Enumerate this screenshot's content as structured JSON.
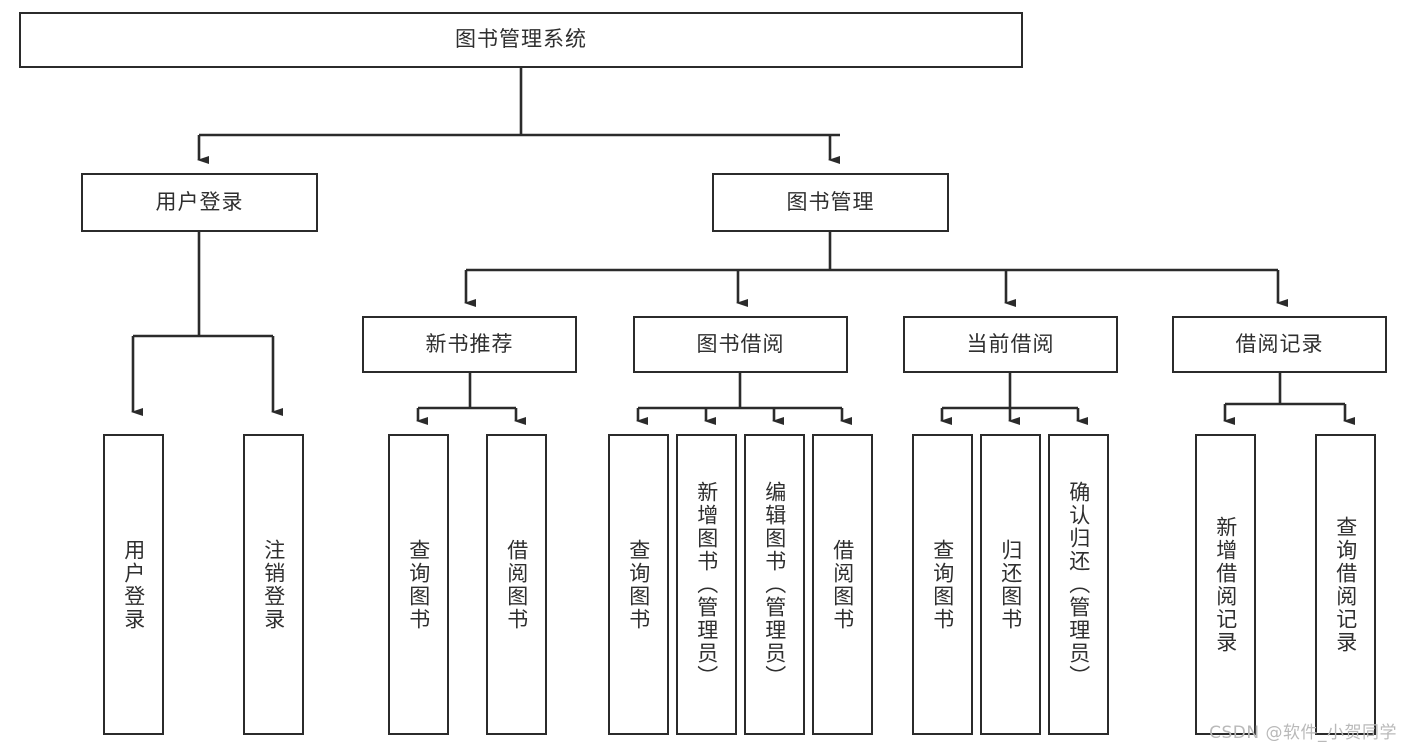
{
  "diagram": {
    "type": "tree",
    "title": "图书管理系统",
    "watermark": "CSDN @软件_小贺同学",
    "colors": {
      "box_border": "#2b2b2b",
      "box_fill": "#ffffff",
      "text": "#2f2f2f",
      "connector": "#2b2b2b",
      "background": "#ffffff",
      "watermark": "#b9b9b9"
    },
    "nodes": {
      "root": {
        "label": "图书管理系统"
      },
      "level2": [
        {
          "label": "用户登录"
        },
        {
          "label": "图书管理"
        }
      ],
      "level3": [
        {
          "label": "新书推荐"
        },
        {
          "label": "图书借阅"
        },
        {
          "label": "当前借阅"
        },
        {
          "label": "借阅记录"
        }
      ],
      "leaves_user_login": [
        {
          "label": "用户登录"
        },
        {
          "label": "注销登录"
        }
      ],
      "leaves_new_book": [
        {
          "label": "查询图书"
        },
        {
          "label": "借阅图书"
        }
      ],
      "leaves_borrow": [
        {
          "label": "查询图书"
        },
        {
          "label": "新增图书（管理员）"
        },
        {
          "label": "编辑图书（管理员）"
        },
        {
          "label": "借阅图书"
        }
      ],
      "leaves_current": [
        {
          "label": "查询图书"
        },
        {
          "label": "归还图书"
        },
        {
          "label": "确认归还（管理员）"
        }
      ],
      "leaves_records": [
        {
          "label": "新增借阅记录"
        },
        {
          "label": "查询借阅记录"
        }
      ]
    }
  }
}
